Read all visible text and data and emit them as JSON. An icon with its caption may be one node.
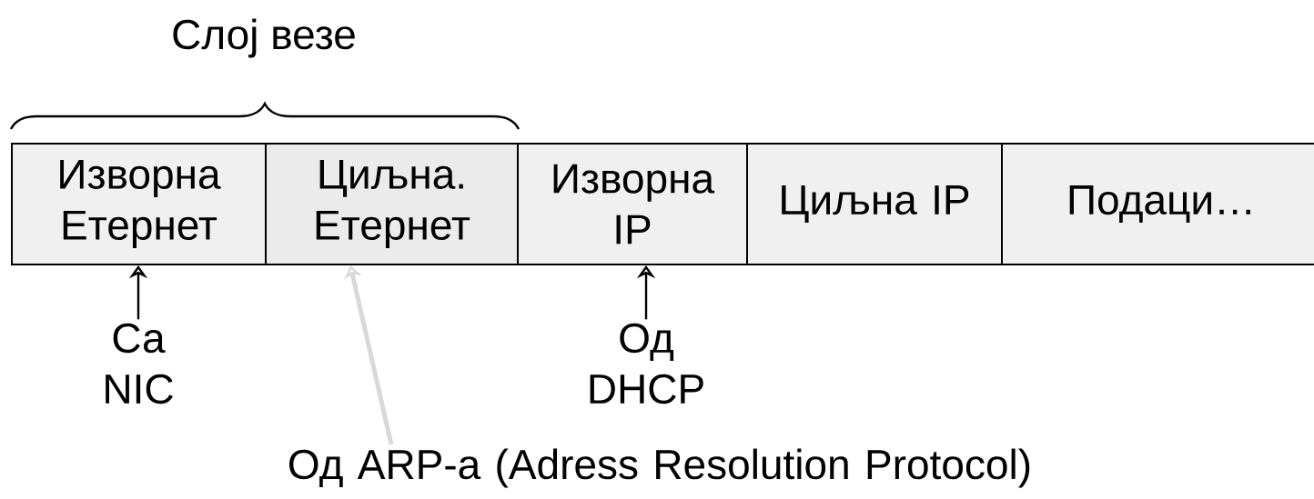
{
  "diagram": {
    "nodes": [
      {
        "text": [
          "Изворна Етернет"
        ]
      },
      {
        "text": [
          "Циљна. Етернет"
        ]
      },
      {
        "text": [
          "Изворна IP"
        ]
      },
      {
        "text": [
          "Циљна IP"
        ]
      },
      {
        "text": [
          "Подаци…"
        ]
      },
      {
        "text": [
          "Са NIC"
        ]
      },
      {
        "text": [
          "Од DHCP"
        ]
      },
      {
        "text": [
          "Од ARP-a (Adress Resolution Protocol)"
        ]
      }
    ],
    "edges": [
      {
        "from": 5,
        "to": 0,
        "arrow": "to"
      },
      {
        "from": 6,
        "to": 2,
        "arrow": "to"
      },
      {
        "from": 7,
        "to": 1,
        "arrow": "to",
        "style": "thick",
        "color": "#d9d9d9"
      }
    ],
    "labels": [
      "Слој везе"
    ]
  }
}
